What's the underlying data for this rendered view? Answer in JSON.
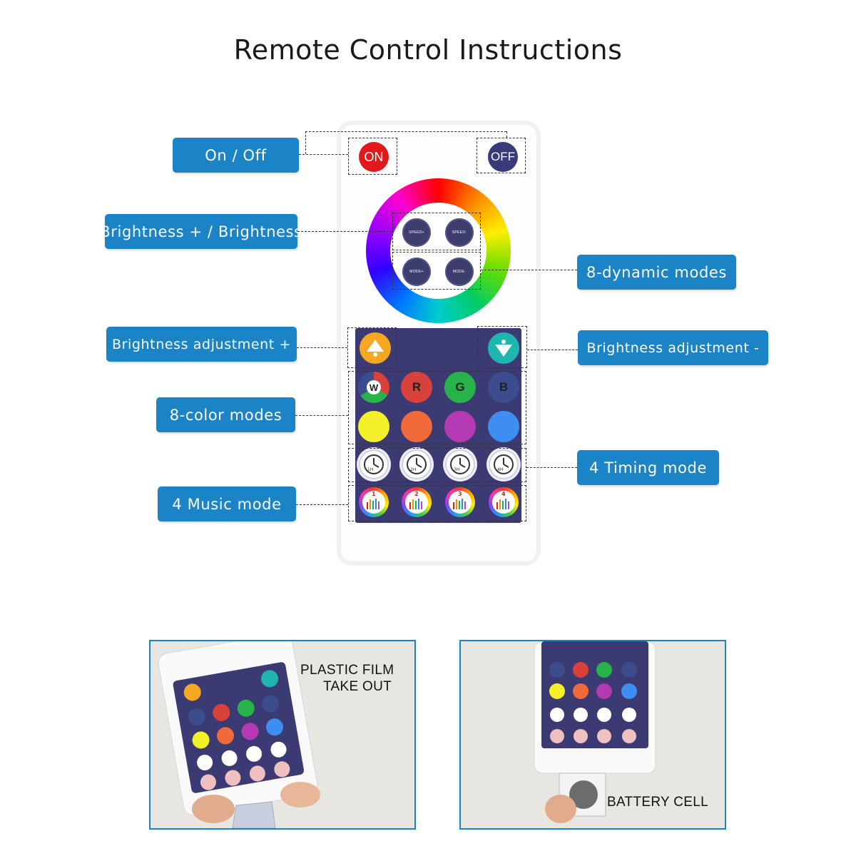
{
  "title": "Remote Control Instructions",
  "callouts": {
    "on_off": "On / Off",
    "brightness_pm": "Brightness + / Brightness",
    "dynamic_modes": "8-dynamic modes",
    "brightness_up": "Brightness adjustment +",
    "brightness_down": "Brightness adjustment -",
    "color_modes": "8-color modes",
    "timing_mode": "4 Timing mode",
    "music_mode": "4 Music mode"
  },
  "remote": {
    "on_label": "ON",
    "off_label": "OFF",
    "speed_plus": "SPEED+",
    "speed_minus": "SPEED-",
    "mode_plus": "MODE+",
    "mode_minus": "MODE-",
    "color_row1": [
      "W",
      "R",
      "G",
      "B"
    ],
    "timers": [
      "1H",
      "2H",
      "3H",
      "4H"
    ],
    "music": [
      "1",
      "2",
      "3",
      "4"
    ]
  },
  "colors": {
    "accent": "#1b84c6",
    "panel": "#3c3a72",
    "on": "#e01a1a",
    "off": "#3a3a7a",
    "red": "#d9423a",
    "green": "#27b24a",
    "blue": "#3b4d8c",
    "yellow": "#f4f02a",
    "orange": "#f06a3a",
    "purple": "#b43ab4",
    "skyblue": "#3d8ef0",
    "arrow": "#f5a623",
    "arrow_down": "#1fb5b0"
  },
  "photos": {
    "left_caption_1": "PLASTIC FILM",
    "left_caption_2": "TAKE OUT",
    "right_caption": "BATTERY CELL"
  }
}
